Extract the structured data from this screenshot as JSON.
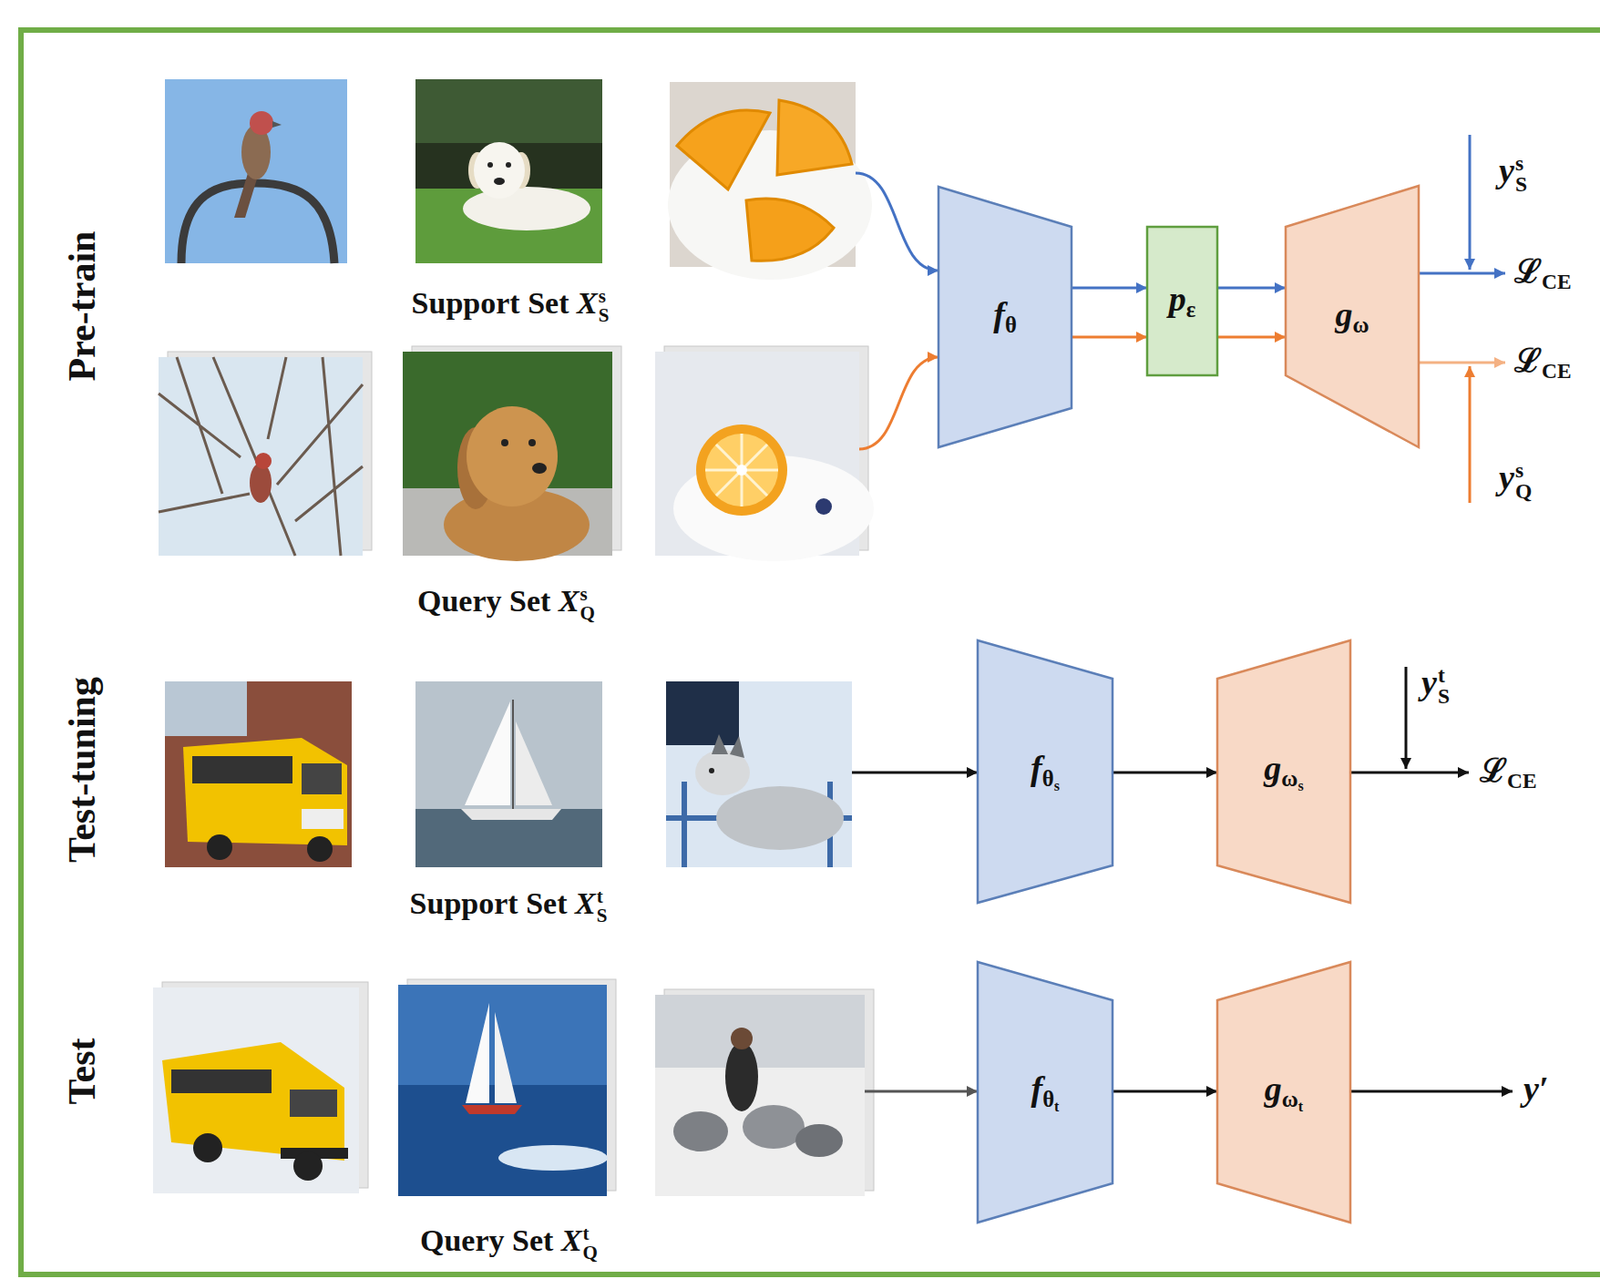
{
  "diagram": {
    "nodes": [
      {
        "text": [
          "Support Set XSs"
        ]
      },
      {
        "text": [
          "Query Set XQs"
        ]
      },
      {
        "text": [
          "fθ"
        ]
      },
      {
        "text": [
          "pε"
        ]
      },
      {
        "text": [
          "gω"
        ]
      },
      {
        "text": [
          "Support Set XSt"
        ]
      },
      {
        "text": [
          "fθs"
        ]
      },
      {
        "text": [
          "gωs"
        ]
      },
      {
        "text": [
          "Query Set XQt"
        ]
      },
      {
        "text": [
          "fθt"
        ]
      },
      {
        "text": [
          "gωt"
        ]
      }
    ],
    "edges": [
      {
        "from": 0,
        "to": 2,
        "arrow": "to"
      },
      {
        "from": 1,
        "to": 2,
        "arrow": "to"
      },
      {
        "from": 2,
        "to": 3,
        "arrow": "to"
      },
      {
        "from": 2,
        "to": 3,
        "arrow": "to"
      },
      {
        "from": 3,
        "to": 4,
        "arrow": "to"
      },
      {
        "from": 3,
        "to": 4,
        "arrow": "to"
      },
      {
        "from": 5,
        "to": 6,
        "arrow": "to"
      },
      {
        "from": 6,
        "to": 7,
        "arrow": "to"
      },
      {
        "from": 8,
        "to": 9,
        "arrow": "to"
      },
      {
        "from": 9,
        "to": 10,
        "arrow": "to"
      }
    ],
    "labels": [
      "Pre-train",
      "Test-tuning",
      "Test",
      "ySs",
      "ℒCE",
      "ℒCE",
      "yQs",
      "ySt",
      "ℒCE",
      "y′"
    ]
  }
}
